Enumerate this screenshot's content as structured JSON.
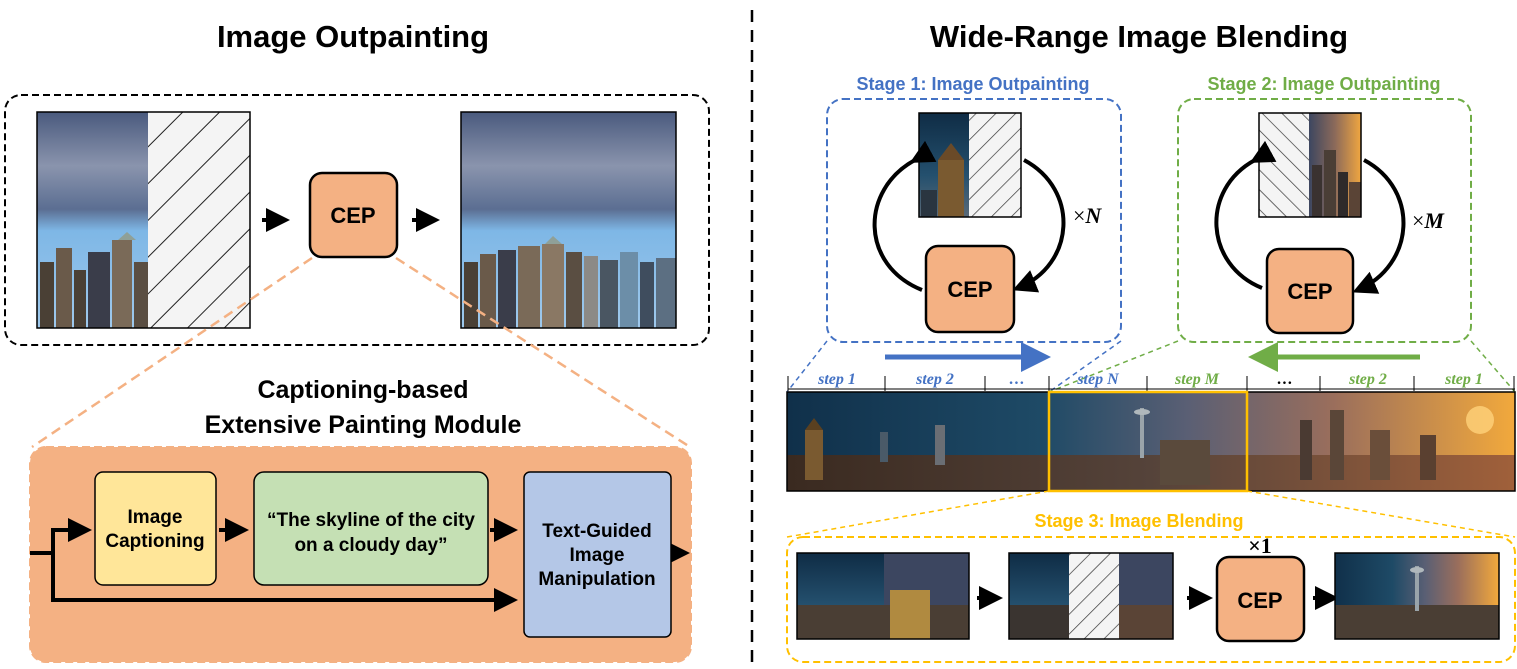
{
  "left": {
    "title": "Image Outpainting",
    "cep_label": "CEP",
    "module_title_line1": "Captioning-based",
    "module_title_line2": "Extensive Painting Module",
    "captioning_line1": "Image",
    "captioning_line2": "Captioning",
    "caption_line1": "“The skyline of the city",
    "caption_line2": "on a cloudy day”",
    "manip_line1": "Text-Guided",
    "manip_line2": "Image",
    "manip_line3": "Manipulation"
  },
  "right": {
    "title": "Wide-Range Image Blending",
    "stage1": {
      "prefix": "Stage 1",
      "rest": ": Image Outpainting",
      "cep": "CEP",
      "times": "×",
      "count": "N"
    },
    "stage2": {
      "prefix": "Stage 2",
      "rest": ": Image Outpainting",
      "cep": "CEP",
      "times": "×",
      "count": "M"
    },
    "stage3": {
      "prefix": "Stage 3",
      "rest": ": Image Blending",
      "cep": "CEP",
      "times": "×1"
    },
    "steps_left": [
      "step 1",
      "step 2",
      "…",
      "step N"
    ],
    "steps_right": [
      "step M",
      "…",
      "step 2",
      "step 1"
    ]
  },
  "colors": {
    "cep_fill": "#f4b183",
    "module_fill": "#f4b183",
    "captioning_fill": "#ffe699",
    "caption_fill": "#c5e0b4",
    "manip_fill": "#b4c7e7",
    "stage1_blue": "#4472c4",
    "stage2_green": "#70ad47",
    "stage3_yellow": "#ffc000",
    "hatch_bg": "#f2f2f2"
  }
}
